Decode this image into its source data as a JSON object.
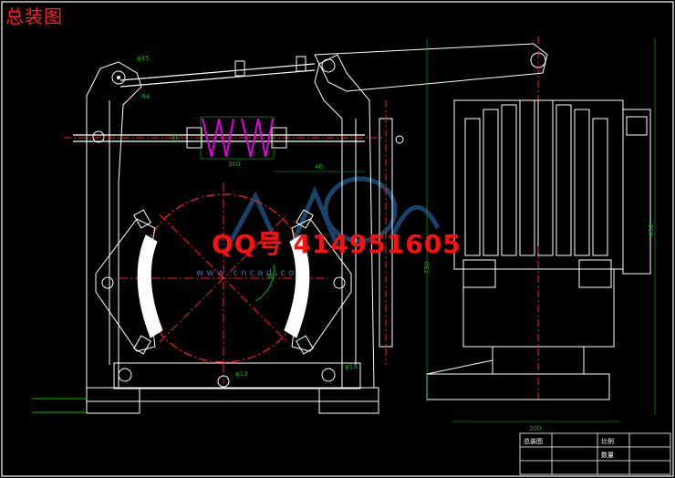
{
  "drawing": {
    "title": "总装图",
    "watermark": "QQ号 414951605",
    "watermark_url": "w w w . c n c a d . c o m",
    "dimensions": {
      "rod_top": "φ45",
      "pin_left": "R4",
      "spring_span": "300",
      "bracket_height": "40",
      "arc_angle": "30°",
      "bottom_hole_left": "φ13",
      "bottom_hole_right": "φ13",
      "motor_height": "430",
      "motor_width": "200",
      "left_vertical": "750",
      "spring_center": "80"
    },
    "title_block": {
      "row1": [
        "总装图",
        "",
        "比例",
        ""
      ],
      "row2": [
        "",
        "",
        "数量",
        ""
      ],
      "row3": [
        "",
        "",
        "",
        ""
      ]
    }
  },
  "colors": {
    "outline": "#ffffff",
    "center_line": "#ff2020",
    "dimension": "#00c000",
    "spring": "#e000e0",
    "lining": "#ffffff",
    "watermark": "#2a6fb0"
  }
}
